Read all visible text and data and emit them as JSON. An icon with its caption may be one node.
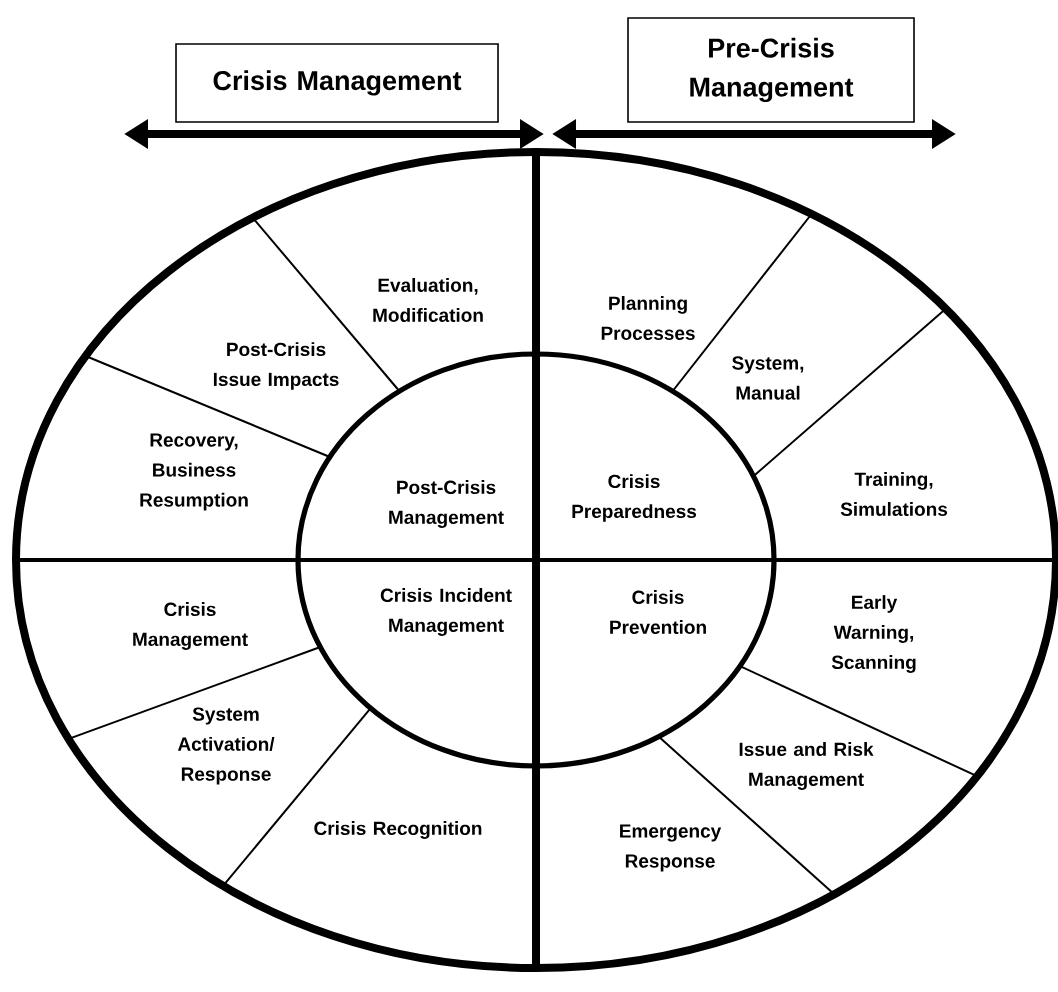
{
  "diagram": {
    "nodes": [
      {
        "text": [
          "Crisis Management"
        ]
      },
      {
        "text": [
          "Pre-Crisis Management"
        ]
      },
      {
        "text": [
          "Evaluation, Modification"
        ]
      },
      {
        "text": [
          "Planning Processes"
        ]
      },
      {
        "text": [
          "Post-Crisis Issue Impacts"
        ]
      },
      {
        "text": [
          "System, Manual"
        ]
      },
      {
        "text": [
          "Recovery, Business Resumption"
        ]
      },
      {
        "text": [
          "Post-Crisis Management"
        ]
      },
      {
        "text": [
          "Crisis Preparedness"
        ]
      },
      {
        "text": [
          "Training, Simulations"
        ]
      },
      {
        "text": [
          "Crisis Management"
        ]
      },
      {
        "text": [
          "Crisis Incident Management"
        ]
      },
      {
        "text": [
          "Crisis Prevention"
        ]
      },
      {
        "text": [
          "Early Warning, Scanning"
        ]
      },
      {
        "text": [
          "System Activation/ Response"
        ]
      },
      {
        "text": [
          "Issue and Risk Management"
        ]
      },
      {
        "text": [
          "Crisis Recognition"
        ]
      },
      {
        "text": [
          "Emergency Response"
        ]
      }
    ]
  }
}
